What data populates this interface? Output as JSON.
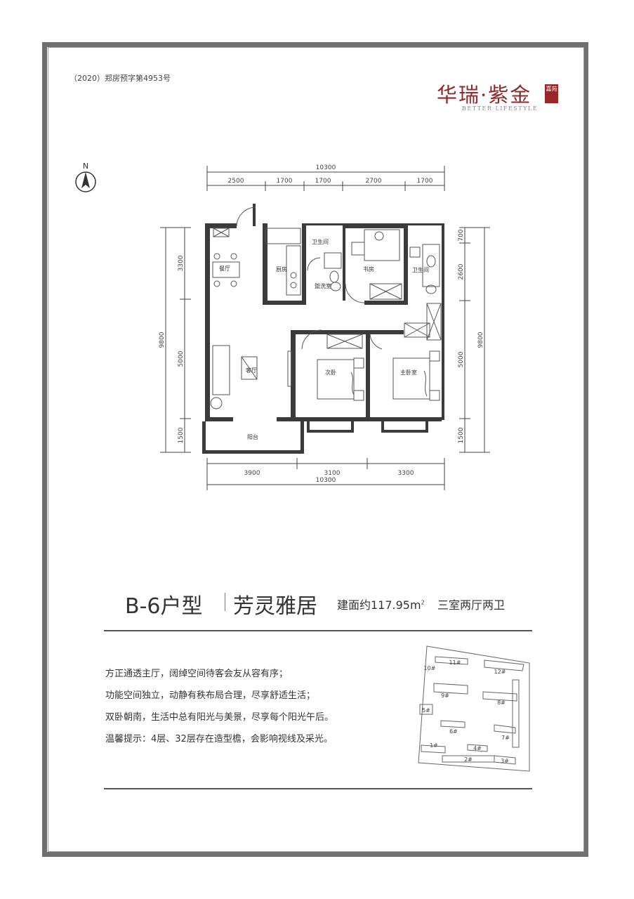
{
  "permit_number": "（2020）郑房预字第4953号",
  "logo": {
    "name": "华瑞·紫金",
    "seal": "嘉苑",
    "tagline": "BETTER LIFESTYLE"
  },
  "compass": {
    "label": "N"
  },
  "dimensions": {
    "top_total": "10300",
    "top_segments": [
      "2500",
      "1700",
      "1700",
      "2700",
      "1700"
    ],
    "bottom_segments": [
      "3900",
      "3100",
      "3300"
    ],
    "bottom_total": "10300",
    "left_total": "9800",
    "left_segments": [
      "3300",
      "5000",
      "1500"
    ],
    "right_total": "9800",
    "right_segments": [
      "700",
      "2600",
      "5000",
      "1500"
    ]
  },
  "rooms": {
    "dining": "餐厅",
    "kitchen": "厨房",
    "bath1": "卫生间",
    "washroom": "盥洗室",
    "study": "书房",
    "bath2": "卫生间",
    "living": "客厅",
    "second_bedroom": "次卧",
    "master_bedroom": "主卧室",
    "balcony": "阳台"
  },
  "unit": {
    "type_name": "B-6户型",
    "subtitle": "芳灵雅居",
    "area_text": "建面约117.95m",
    "area_sup": "2",
    "rooms_text": "三室两厅两卫"
  },
  "description": [
    "方正通透主厅，阔绰空间待客会友从容有序；",
    "功能空间独立，动静有秩布局合理，尽享舒适生活；",
    "双卧朝南，生活中总有阳光与美景，尽享每个阳光午后。",
    "温馨提示：4层、32层存在造型檐，会影响视线及采光。"
  ],
  "site_plan": {
    "buildings": [
      "10#",
      "11#",
      "12#",
      "9#",
      "8#",
      "5#",
      "6#",
      "7#",
      "1#",
      "4#",
      "2#",
      "3#"
    ]
  },
  "colors": {
    "wall": "#3b3b3b",
    "logo_red": "#8e2a2a",
    "frame": "#6f6f6f"
  }
}
